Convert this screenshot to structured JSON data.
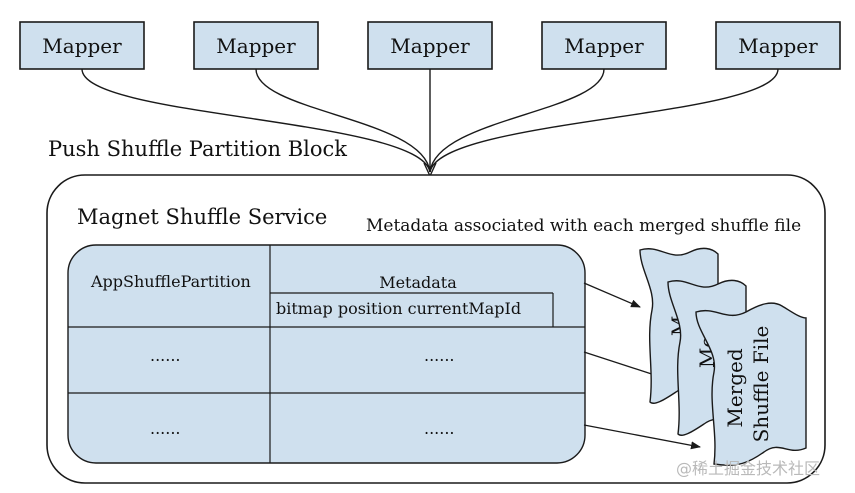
{
  "mappers": [
    {
      "label": "Mapper"
    },
    {
      "label": "Mapper"
    },
    {
      "label": "Mapper"
    },
    {
      "label": "Mapper"
    },
    {
      "label": "Mapper"
    }
  ],
  "push_label": "Push Shuffle Partition Block",
  "service": {
    "title": "Magnet Shuffle Service",
    "metadata_note": "Metadata associated with each merged shuffle file"
  },
  "table": {
    "col1_header": "AppShufflePartition",
    "col2_header": "Metadata",
    "col2_subheader": "bitmap  position  currentMapId",
    "rows": [
      {
        "partition": "......",
        "metadata": "......"
      },
      {
        "partition": "......",
        "metadata": "......"
      }
    ]
  },
  "merged_files": [
    {
      "line1": "Me",
      "line2": ""
    },
    {
      "line1": "Me",
      "line2": ""
    },
    {
      "line1": "Merged",
      "line2": "Shuffle File"
    }
  ],
  "watermark": "@稀土掘金技术社区"
}
